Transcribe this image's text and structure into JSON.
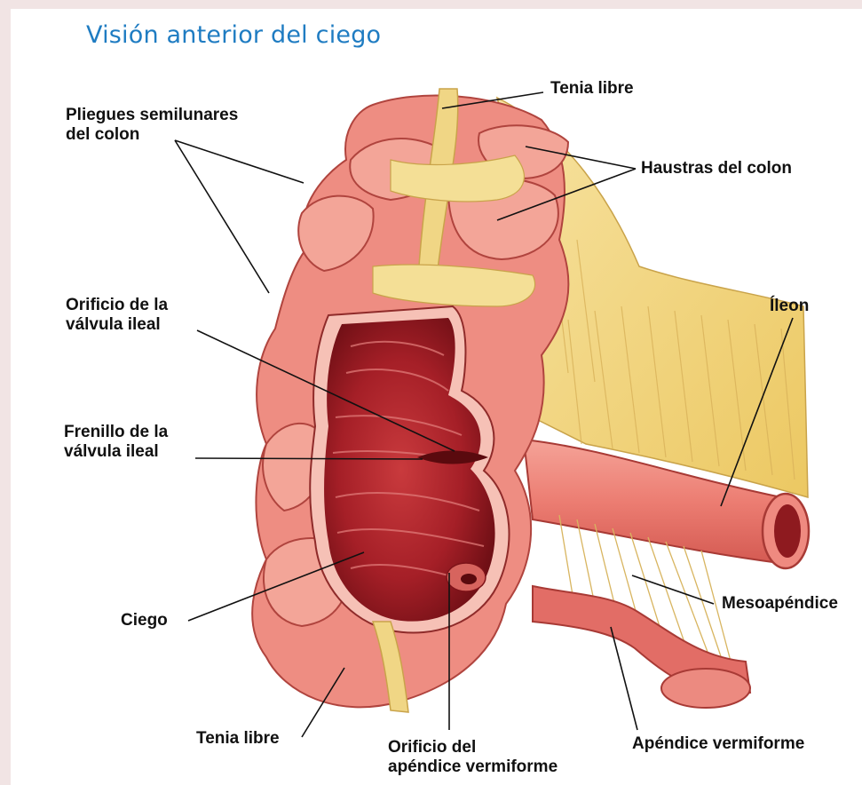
{
  "title": "Visión anterior del ciego",
  "labels": {
    "tenia_libre_top": "Tenia libre",
    "pliegues_line1": "Pliegues semilunares",
    "pliegues_line2": "del colon",
    "haustras": "Haustras del colon",
    "ileon": "Íleon",
    "orificio_valvula_line1": "Orificio de la",
    "orificio_valvula_line2": "válvula ileal",
    "frenillo_line1": "Frenillo de la",
    "frenillo_line2": "válvula ileal",
    "mesoapendice": "Mesoapéndice",
    "ciego": "Ciego",
    "tenia_libre_bottom": "Tenia libre",
    "orificio_apendice_line1": "Orificio del",
    "orificio_apendice_line2": "apéndice vermiforme",
    "apendice": "Apéndice vermiforme"
  },
  "colors": {
    "title": "#1f7cc2",
    "background": "#f1e4e4",
    "panel": "#ffffff",
    "wall": "#ec8a80",
    "wall_light": "#f6b2a6",
    "interior": "#b3242b",
    "interior_dark": "#7e1319",
    "fat": "#f2d98a",
    "taenia": "#efd688"
  }
}
